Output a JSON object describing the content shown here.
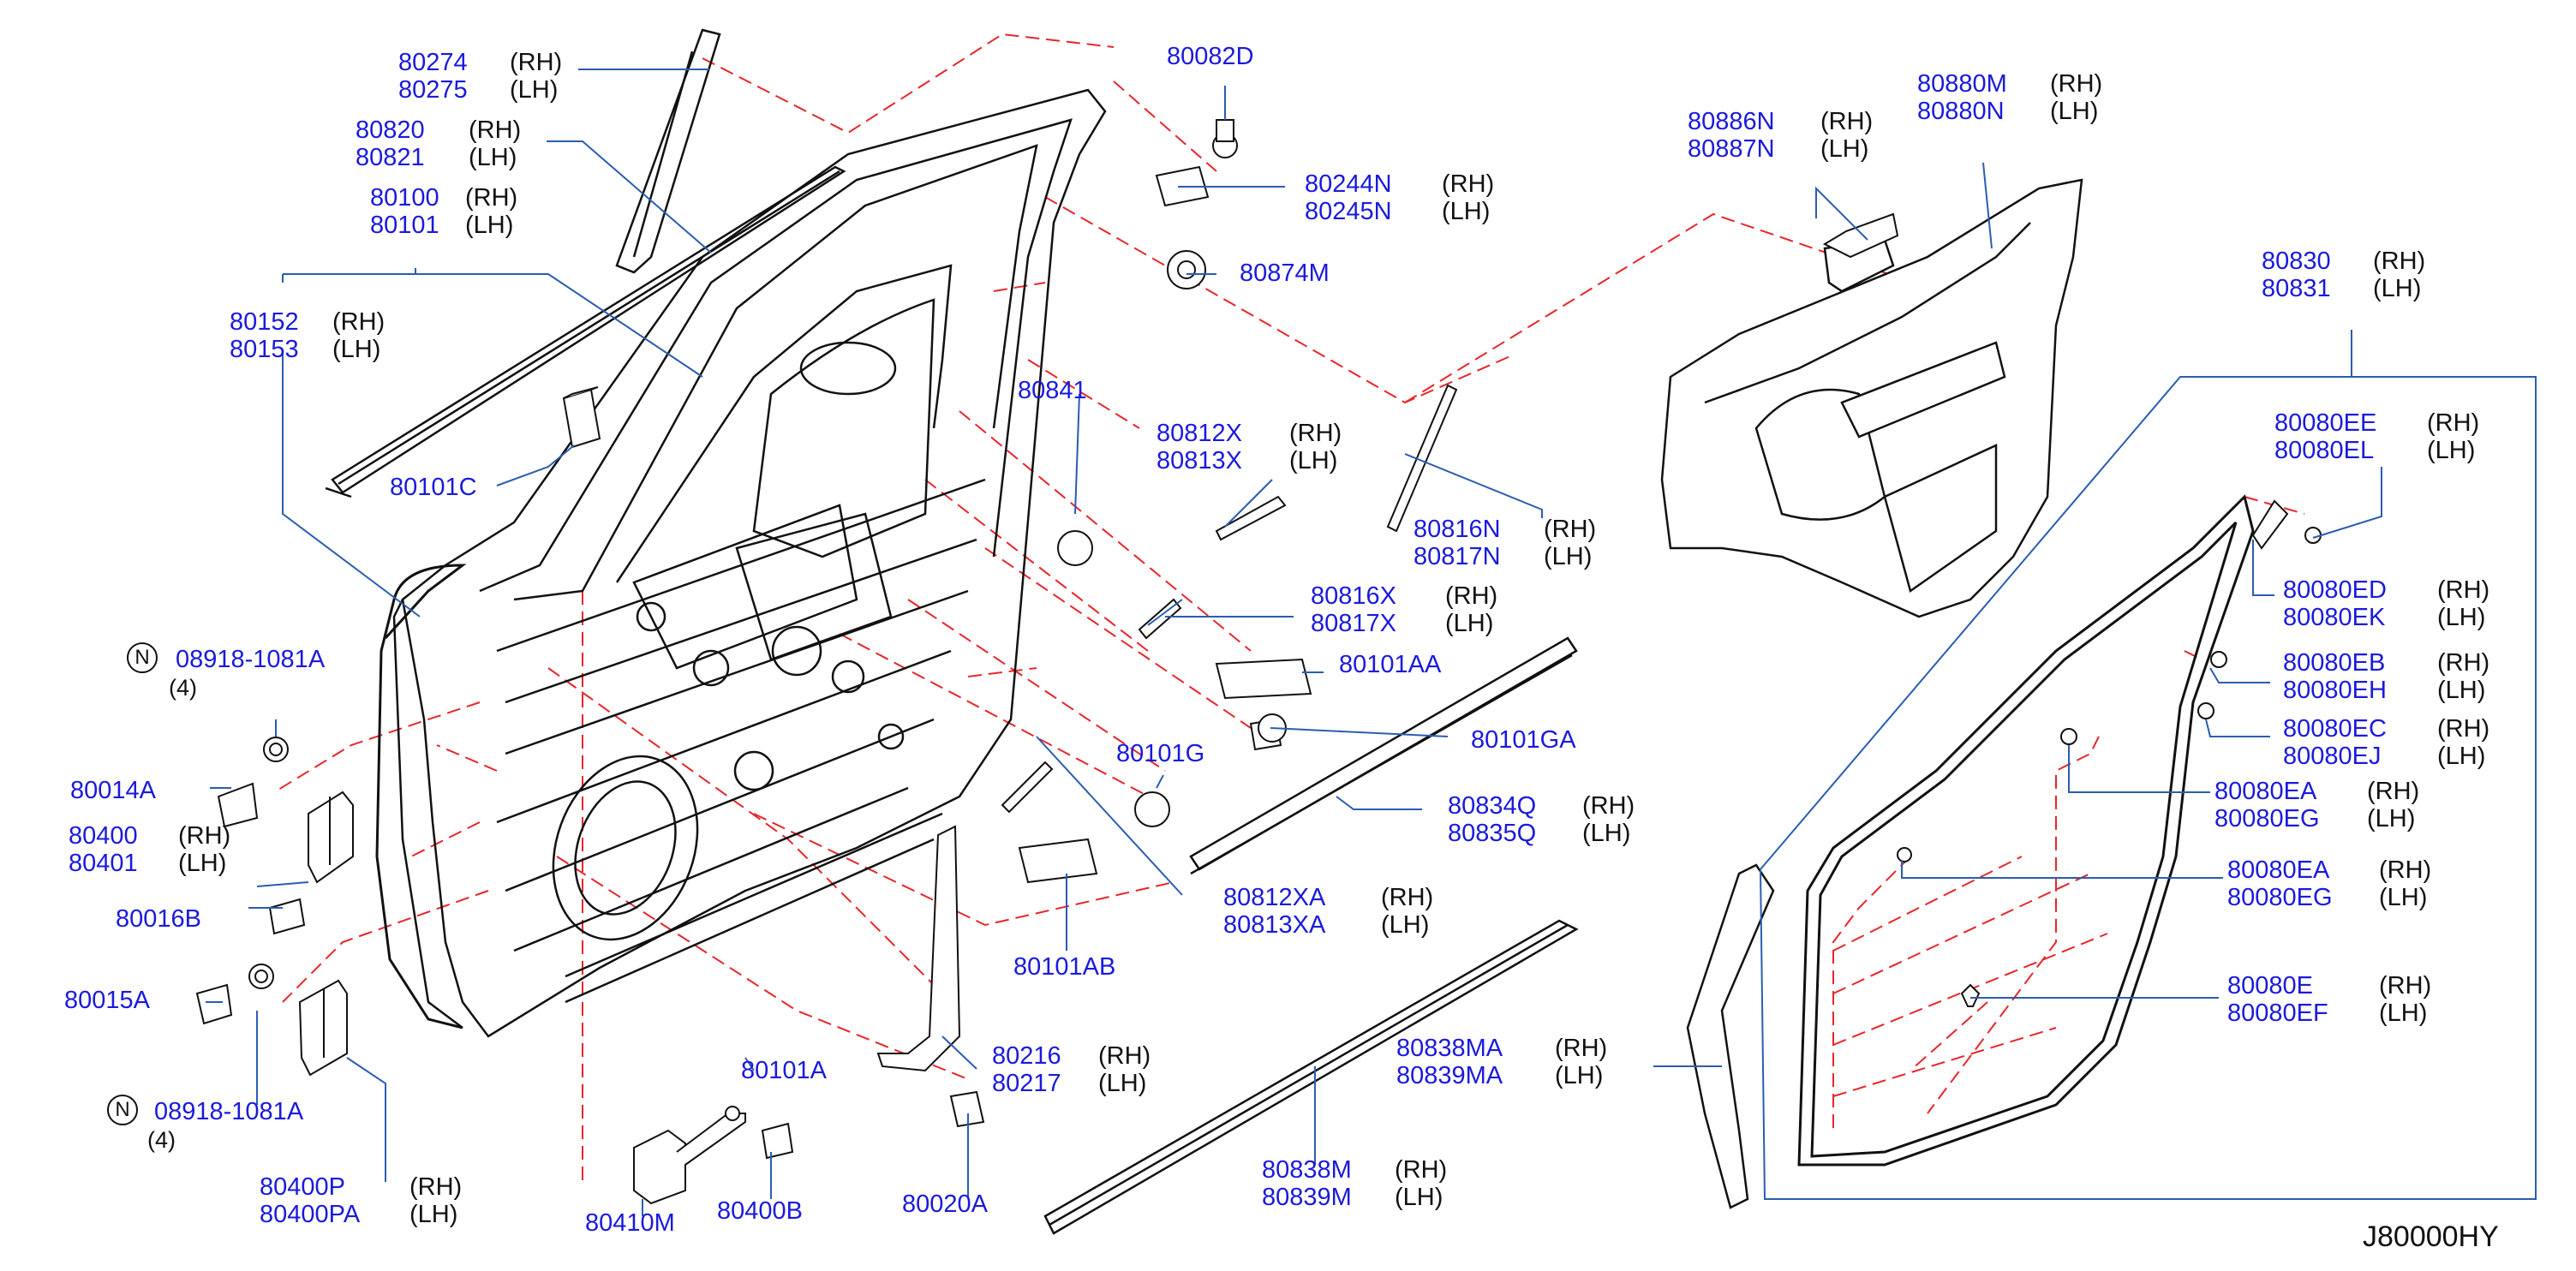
{
  "diagram_code": "J80000HY",
  "colors": {
    "part_number": "#1a1adc",
    "leader_line": "#2a5db0",
    "phantom_line": "#e8262a",
    "drawing": "#111111"
  },
  "parts": [
    {
      "id": "80274",
      "pair": "80275"
    },
    {
      "id": "80820",
      "pair": "80821"
    },
    {
      "id": "80100",
      "pair": "80101"
    },
    {
      "id": "80152",
      "pair": "80153"
    },
    {
      "id": "80101C"
    },
    {
      "id": "08918-1081A-top",
      "label": "08918-1081A",
      "qty": "(4)",
      "prefix": "N"
    },
    {
      "id": "80014A"
    },
    {
      "id": "80400",
      "pair": "80401"
    },
    {
      "id": "80016B"
    },
    {
      "id": "80015A"
    },
    {
      "id": "08918-1081A-bottom",
      "label": "08918-1081A",
      "qty": "(4)",
      "prefix": "N"
    },
    {
      "id": "80400P",
      "pair": "80400PA"
    },
    {
      "id": "80410M"
    },
    {
      "id": "80400B"
    },
    {
      "id": "80020A"
    },
    {
      "id": "80101A"
    },
    {
      "id": "80216",
      "pair": "80217"
    },
    {
      "id": "80101AB"
    },
    {
      "id": "80082D"
    },
    {
      "id": "80244N",
      "pair": "80245N"
    },
    {
      "id": "80874M"
    },
    {
      "id": "80841"
    },
    {
      "id": "80812X",
      "pair": "80813X"
    },
    {
      "id": "80816X",
      "pair": "80817X"
    },
    {
      "id": "80101AA"
    },
    {
      "id": "80101GA"
    },
    {
      "id": "80101G"
    },
    {
      "id": "80834Q",
      "pair": "80835Q"
    },
    {
      "id": "80812XA",
      "pair": "80813XA"
    },
    {
      "id": "80838MA",
      "pair": "80839MA"
    },
    {
      "id": "80838M",
      "pair": "80839M"
    },
    {
      "id": "80816N",
      "pair": "80817N"
    },
    {
      "id": "80886N",
      "pair": "80887N"
    },
    {
      "id": "80880M",
      "pair": "80880N"
    },
    {
      "id": "80830",
      "pair": "80831"
    },
    {
      "id": "80080EE",
      "pair": "80080EL"
    },
    {
      "id": "80080ED",
      "pair": "80080EK"
    },
    {
      "id": "80080EB",
      "pair": "80080EH"
    },
    {
      "id": "80080EC",
      "pair": "80080EJ"
    },
    {
      "id": "80080EA",
      "pair": "80080EG"
    },
    {
      "id": "80080EA-2",
      "label": "80080EA",
      "pair": "80080EG"
    },
    {
      "id": "80080E",
      "pair": "80080EF"
    }
  ],
  "side_labels": {
    "rh": "(RH)",
    "lh": "(LH)"
  }
}
